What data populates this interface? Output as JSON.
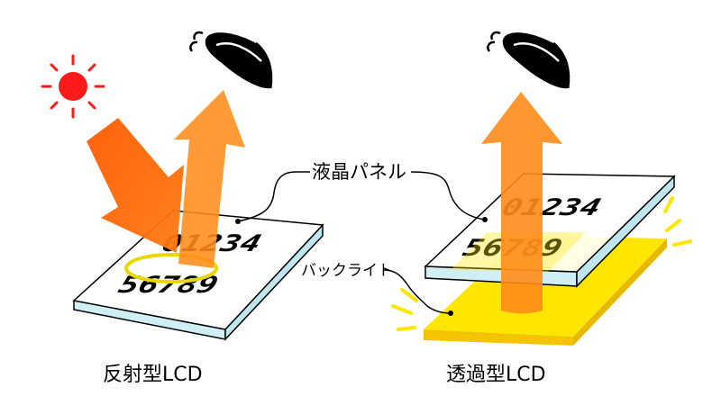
{
  "labels": {
    "lcd_panel": "液晶パネル",
    "backlight": "バックライト",
    "reflective_lcd": "反射型LCD",
    "transmissive_lcd": "透過型LCD"
  },
  "panel_digits": {
    "reflective_row1": "01234",
    "reflective_row2": "56789",
    "transmissive_row1": "01234",
    "transmissive_row2": "56789"
  },
  "icons": {
    "sun": "sun-icon",
    "eye": "eye-icon"
  },
  "colors": {
    "sun": "#ff1a1a",
    "incoming_light": "#ff6a00",
    "reflected_light": "#ff8c1a",
    "panel_top": "#ffffff",
    "panel_side": "#cfeff5",
    "backlight": "#ffe600",
    "backlight_side": "#f5c400",
    "reflect_ring": "#e8d800"
  }
}
